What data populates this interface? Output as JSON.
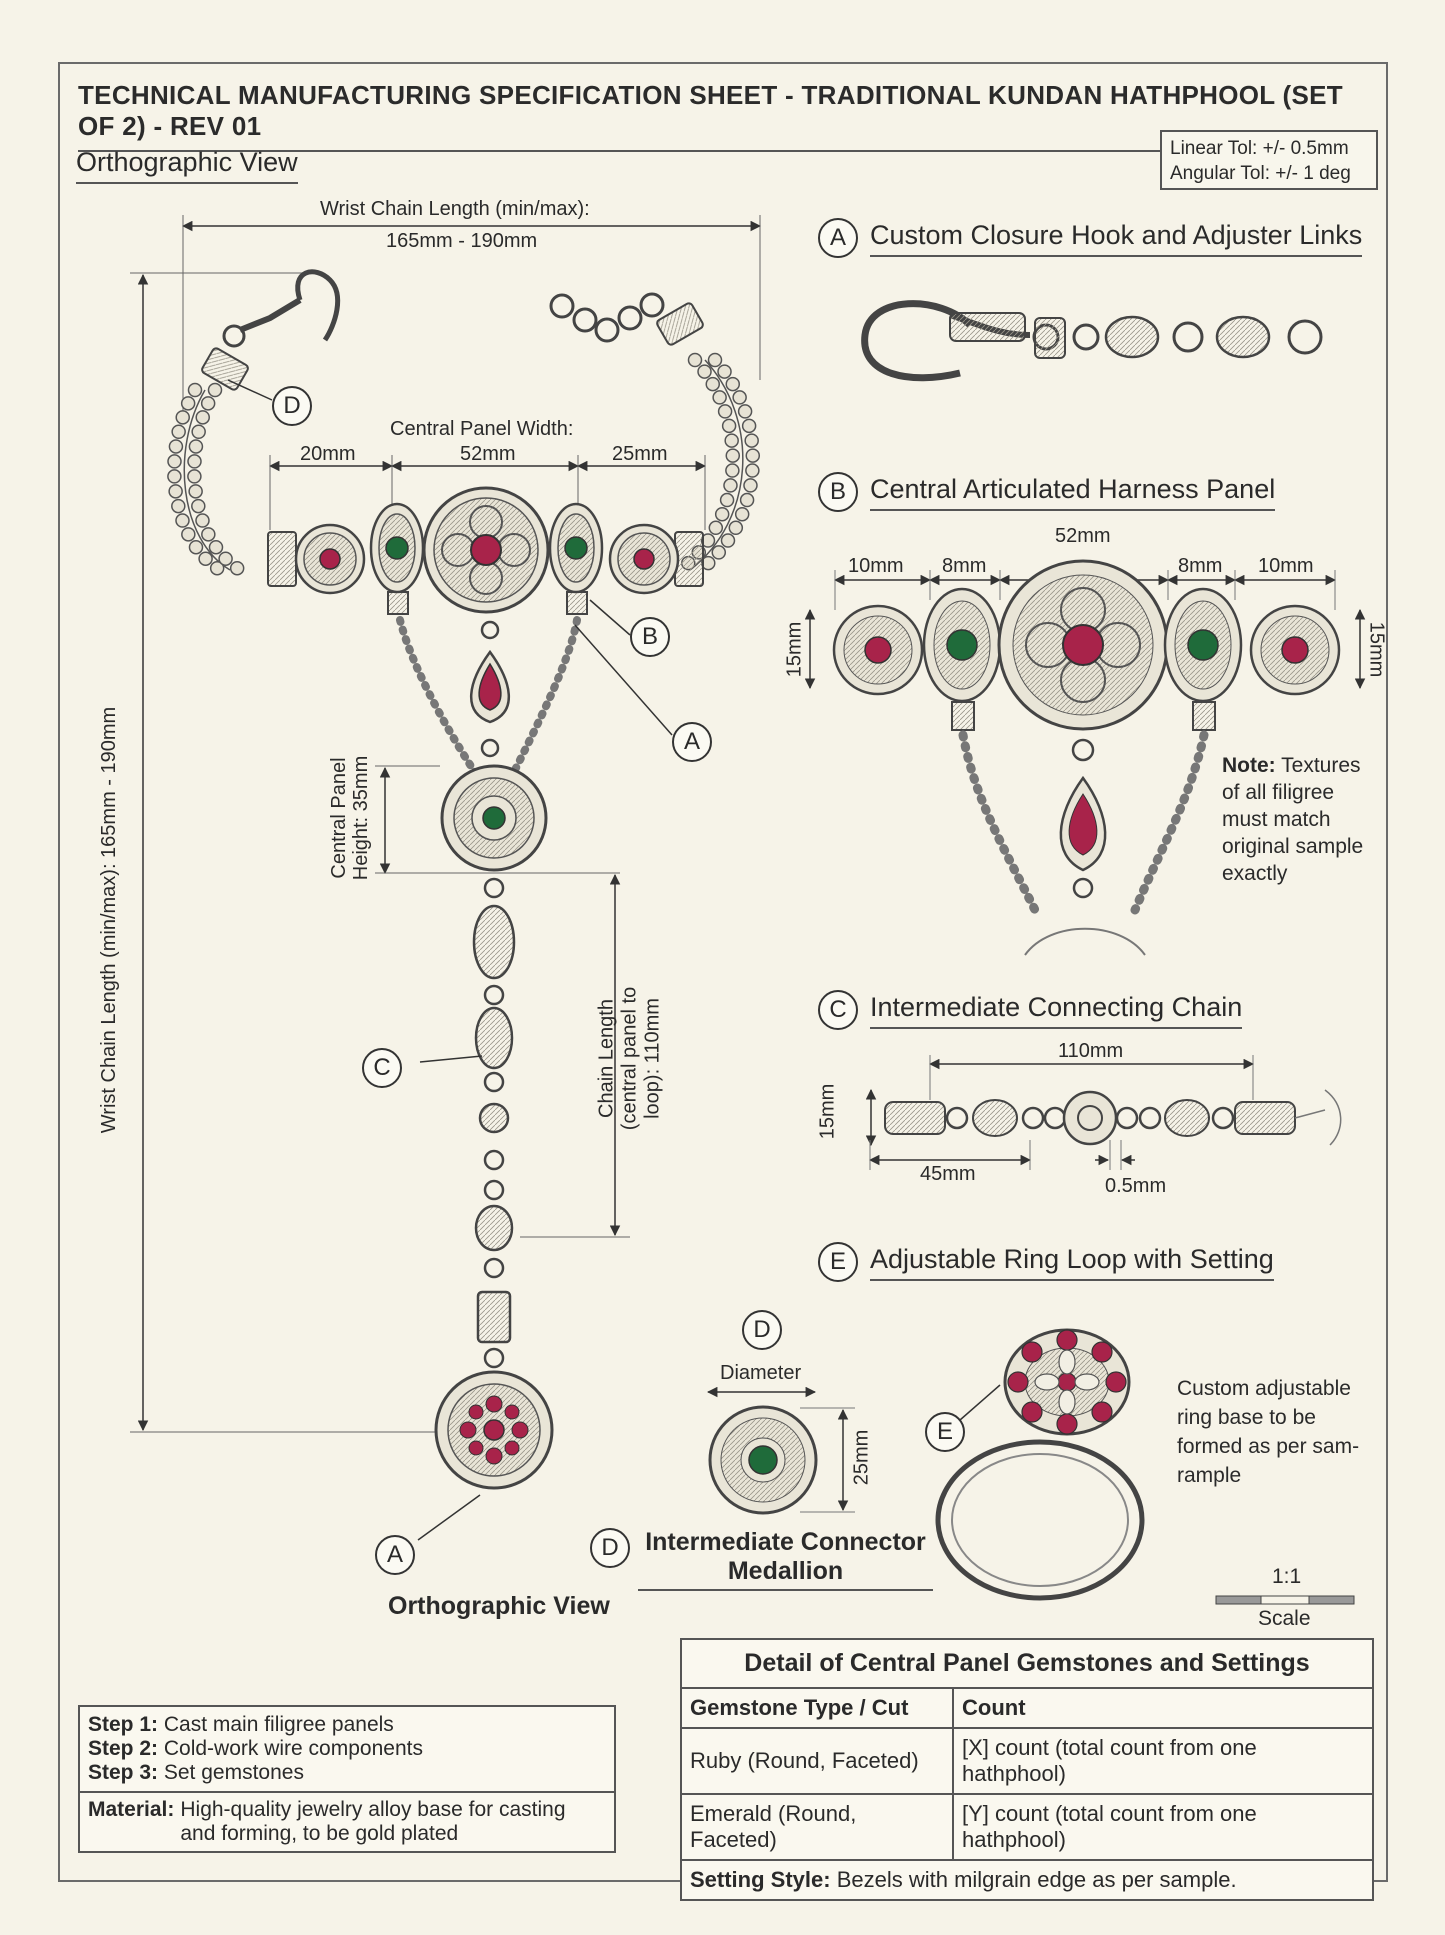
{
  "header": {
    "title": "TECHNICAL MANUFACTURING SPECIFICATION SHEET - TRADITIONAL KUNDAN HATHPHOOL (SET OF 2) - REV 01",
    "tolerance_linear": "Linear Tol: +/- 0.5mm",
    "tolerance_angular": "Angular Tol: +/- 1 deg"
  },
  "ortho": {
    "heading": "Orthographic View",
    "wrist_chain_label": "Wrist Chain Length (min/max):",
    "wrist_chain_value": "165mm - 190mm",
    "vertical_length": "Wrist Chain Length (min/max): 165mm - 190mm",
    "panel_width_label": "Central Panel Width:",
    "dim_left": "20mm",
    "dim_center": "52mm",
    "dim_right": "25mm",
    "panel_height_line1": "Central Panel",
    "panel_height_line2": "Height: 35mm",
    "chain_length_line1": "Chain Length",
    "chain_length_line2": "(central panel to",
    "chain_length_line3": "loop): 110mm",
    "caption": "Orthographic View",
    "callouts": [
      "D",
      "B",
      "A",
      "C",
      "A"
    ]
  },
  "detail_a": {
    "letter": "A",
    "heading": "Custom Closure Hook and Adjuster Links"
  },
  "detail_b": {
    "letter": "B",
    "heading": "Central Articulated Harness Panel",
    "dims": [
      "10mm",
      "8mm",
      "52mm",
      "8mm",
      "10mm"
    ],
    "height_left": "15mm",
    "height_right": "15mm",
    "note_bold": "Note:",
    "note_lines": [
      "Textures",
      "of all filigree",
      "must match",
      "original sample",
      "exactly"
    ]
  },
  "detail_c": {
    "letter": "C",
    "heading": "Intermediate Connecting Chain",
    "dim_top": "110mm",
    "dim_height": "15mm",
    "dim_left": "45mm",
    "dim_gap": "0.5mm"
  },
  "detail_d": {
    "letter": "D",
    "diameter_label": "Diameter",
    "height": "25mm",
    "caption_line1": "Intermediate Connector",
    "caption_line2": "Medallion"
  },
  "detail_e": {
    "letter": "E",
    "heading": "Adjustable Ring Loop with Setting",
    "note_lines": [
      "Custom adjustable",
      "ring base to be",
      "formed as per sam-",
      "rample"
    ]
  },
  "scale": {
    "ratio": "1:1",
    "label": "Scale"
  },
  "gem_table": {
    "caption": "Detail of Central Panel Gemstones and Settings",
    "headers": [
      "Gemstone Type / Cut",
      "Count"
    ],
    "rows": [
      {
        "type": "Ruby (Round, Faceted)",
        "count": "[X] count (total count from one hathphool)"
      },
      {
        "type": "Emerald (Round, Faceted)",
        "count": "[Y] count (total count from one hathphool)"
      }
    ],
    "setting_label": "Setting Style:",
    "setting_value": "Bezels with milgrain edge as per sample."
  },
  "steps": {
    "step1_label": "Step 1:",
    "step1_text": "Cast main filigree panels",
    "step2_label": "Step 2:",
    "step2_text": "Cold-work wire components",
    "step3_label": "Step 3:",
    "step3_text": "Set gemstones",
    "material_label": "Material:",
    "material_text": "High-quality jewelry alloy base for casting and forming, to be gold plated"
  },
  "colors": {
    "ruby": "#a8234a",
    "emerald": "#1f6b3a",
    "metal": "#d8d4c6",
    "line": "#555555"
  }
}
